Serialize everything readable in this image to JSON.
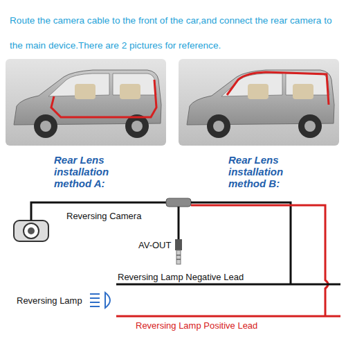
{
  "diagram": {
    "title": "Route the camera cable to the front of the car,and connect the rear camera to the main device.There are 2 pictures for reference.",
    "labels": [
      "Rear Lens installation method A:",
      "Rear Lens installation method B:",
      "Reversing Camera",
      "AV-OUT",
      "Reversing Lamp Negative Lead",
      "Reversing Lamp",
      "Reversing Lamp Positive Lead"
    ]
  }
}
